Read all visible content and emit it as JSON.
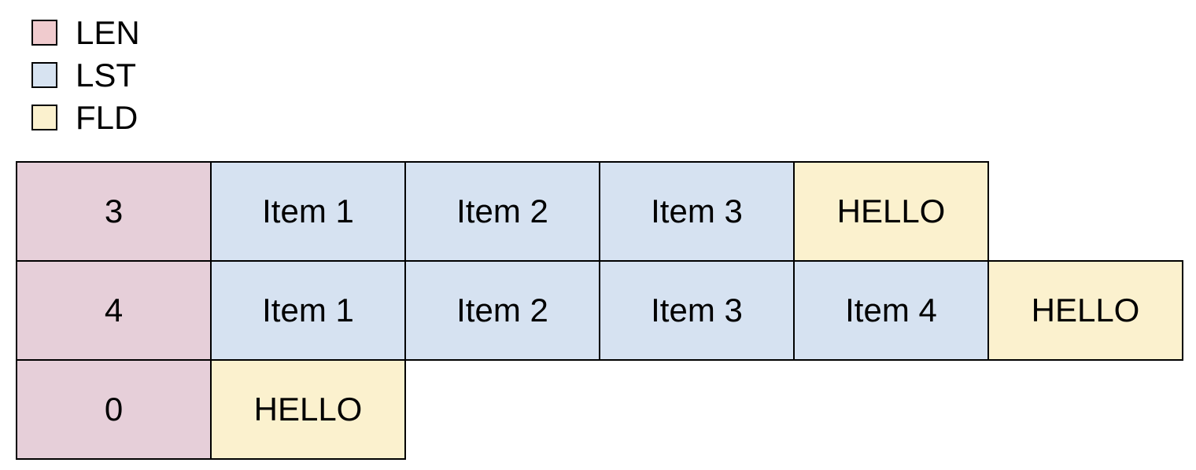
{
  "legend": {
    "items": [
      {
        "key": "LEN",
        "label": "LEN",
        "color": "#F0CBCE"
      },
      {
        "key": "LST",
        "label": "LST",
        "color": "#D7E3F1"
      },
      {
        "key": "FLD",
        "label": "FLD",
        "color": "#FBF1CE"
      }
    ]
  },
  "diagram": {
    "rows": [
      {
        "cells": [
          {
            "type": "LEN",
            "text": "3"
          },
          {
            "type": "LST",
            "text": "Item 1"
          },
          {
            "type": "LST",
            "text": "Item 2"
          },
          {
            "type": "LST",
            "text": "Item 3"
          },
          {
            "type": "FLD",
            "text": "HELLO"
          }
        ]
      },
      {
        "cells": [
          {
            "type": "LEN",
            "text": "4"
          },
          {
            "type": "LST",
            "text": "Item 1"
          },
          {
            "type": "LST",
            "text": "Item 2"
          },
          {
            "type": "LST",
            "text": "Item 3"
          },
          {
            "type": "LST",
            "text": "Item 4"
          },
          {
            "type": "FLD",
            "text": "HELLO"
          }
        ]
      },
      {
        "cells": [
          {
            "type": "LEN",
            "text": "0"
          },
          {
            "type": "FLD",
            "text": "HELLO"
          }
        ]
      }
    ]
  },
  "colors": {
    "background": "#FFFFFF",
    "border": "#000000",
    "text": "#000000",
    "len_legend": "#F0CBCE",
    "lst_legend": "#D7E3F1",
    "fld_legend": "#FBF1CE",
    "len_cell": "#E6CFD9",
    "lst_cell": "#D6E2F1",
    "fld_cell": "#FBF1CE"
  }
}
